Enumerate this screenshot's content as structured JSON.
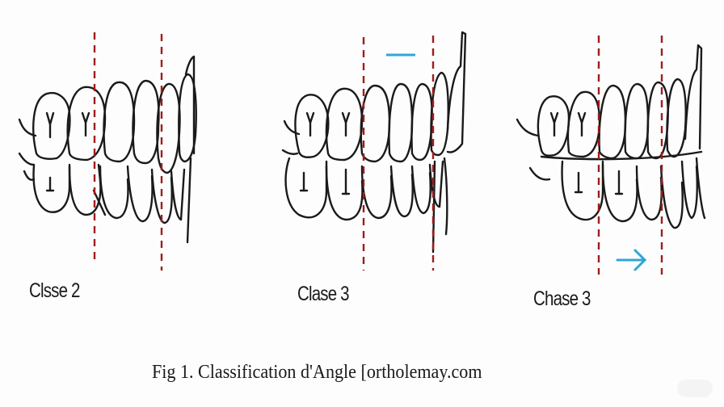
{
  "panels": [
    {
      "label": "Clsse 2"
    },
    {
      "label": "Clase 3"
    },
    {
      "label": "Chase 3"
    }
  ],
  "caption": "Fig 1.  Classification d'Angle [ortholemay.com",
  "colors": {
    "outline": "#1a1a1a",
    "reference_line": "#a01c1c",
    "accent": "#2fa6d8"
  },
  "icons": [
    "blue-dash-marker",
    "blue-arrow-right-icon"
  ]
}
